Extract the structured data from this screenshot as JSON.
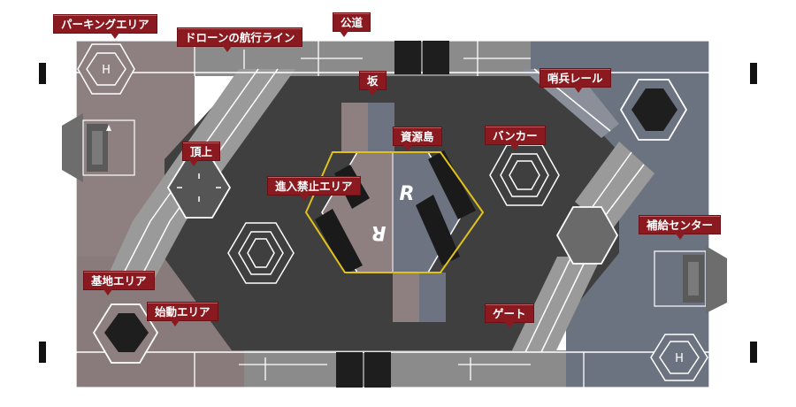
{
  "map": {
    "labels": {
      "parking_area": "パーキングエリア",
      "drone_flight_line": "ドローンの航行ライン",
      "public_road": "公道",
      "slope": "坂",
      "sentry_rail": "哨兵レール",
      "resource_island": "資源島",
      "bunker": "バンカー",
      "summit": "頂上",
      "restricted_area": "進入禁止エリア",
      "supply_center": "補給センター",
      "base_area": "基地エリア",
      "starting_area": "始動エリア",
      "gate": "ゲート"
    },
    "glyphs": {
      "helipad_letter": "H",
      "resource_logo_letter": "R"
    },
    "colors": {
      "callout_bg": "#8a1a1f",
      "restricted_outline": "#e0c21a",
      "red_side": "#8e7f80",
      "blue_side": "#6d7380",
      "field_dark": "#3f3f3f"
    }
  }
}
